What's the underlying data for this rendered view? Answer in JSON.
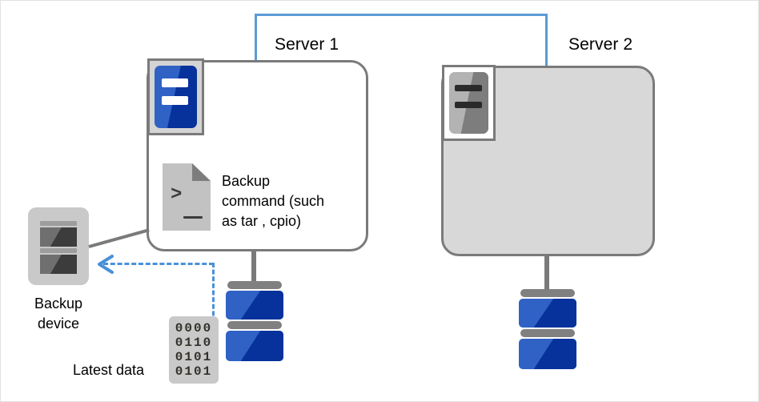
{
  "diagram": {
    "title_server1": "Server 1",
    "title_server2": "Server 2",
    "backup_command_text": "Backup\ncommand  (such\nas tar , cpio)",
    "backup_device_label": "Backup\ndevice",
    "latest_data_label": "Latest data",
    "binary_rows": [
      "0000",
      "0110",
      "0101",
      "0101"
    ],
    "colors": {
      "accent_blue": "#2f62c4",
      "deep_blue": "#07319b",
      "connector_blue": "#5b9bd5",
      "arrow_blue": "#4a90d9",
      "outline_grey": "#7a7a7a",
      "inactive_fill": "#d8d8d8",
      "device_fill": "#c9c9c9"
    }
  }
}
